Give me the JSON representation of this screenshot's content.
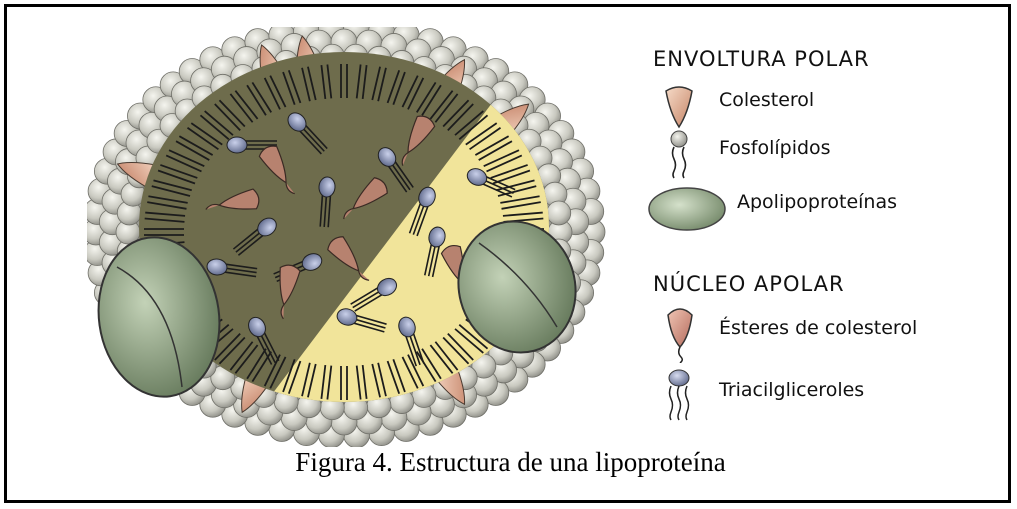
{
  "legend": {
    "envoltura_title": "ENVOLTURA POLAR",
    "nucleo_title": "NÚCLEO APOLAR",
    "items": [
      {
        "label": "Colesterol",
        "icon": "cholesterol-icon"
      },
      {
        "label": "Fosfolípidos",
        "icon": "phospholipid-icon"
      },
      {
        "label": "Apolipoproteínas",
        "icon": "apolipoprotein-icon"
      },
      {
        "label": "Ésteres de colesterol",
        "icon": "cholesterol-ester-icon"
      },
      {
        "label": "Triacilgliceroles",
        "icon": "triacylglycerol-icon"
      }
    ]
  },
  "caption": "Figura 4. Estructura de una lipoproteína",
  "colors": {
    "sphere_bead": "#c9c9c0",
    "core_dark": "#6e6c4c",
    "core_light": "#f1e49a",
    "cholesterol": "#e2aa8e",
    "apolipoprotein": "#8da081",
    "phospholipid_head": "#7c86a6"
  }
}
